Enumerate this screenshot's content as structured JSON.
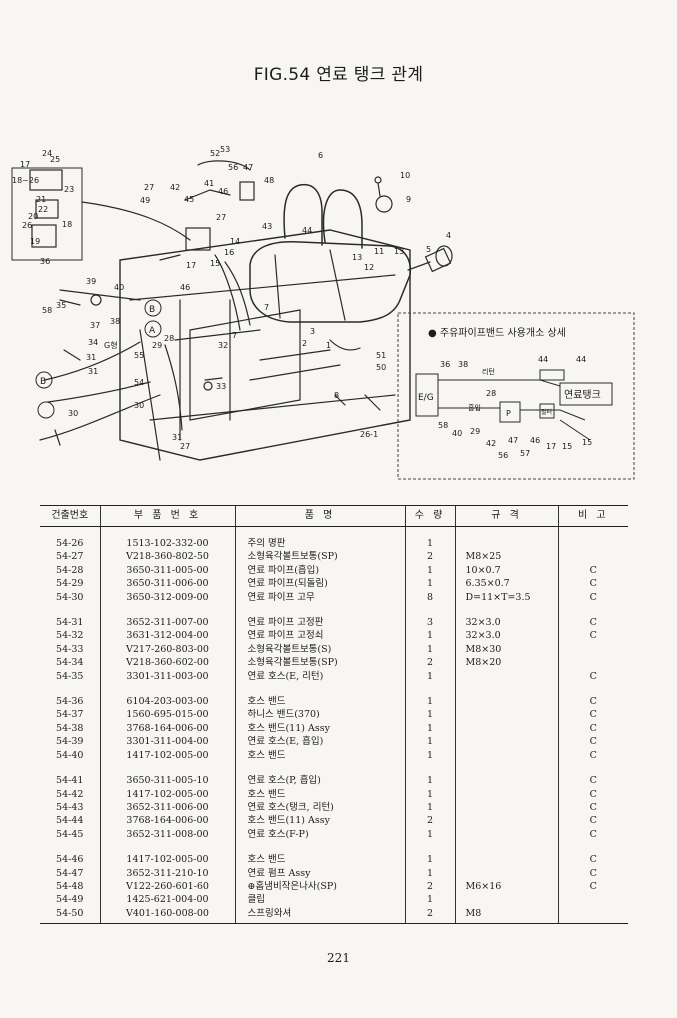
{
  "page": {
    "title": "FIG.54 연료 탱크 관계",
    "page_number": "221"
  },
  "figure": {
    "callouts": [
      "24",
      "25",
      "17",
      "18~26",
      "23",
      "21",
      "22",
      "20",
      "26",
      "18",
      "19",
      "27",
      "42",
      "49",
      "45",
      "52",
      "53",
      "56",
      "47",
      "41",
      "46",
      "48",
      "27",
      "6",
      "10",
      "9",
      "4",
      "5",
      "43",
      "44",
      "14",
      "15",
      "16",
      "17",
      "46",
      "11",
      "13",
      "12",
      "13",
      "36",
      "39",
      "40",
      "58",
      "35",
      "37",
      "38",
      "34",
      "3",
      "1",
      "2",
      "7",
      "7",
      "51",
      "50",
      "8",
      "26-1",
      "28",
      "29",
      "30",
      "55",
      "31",
      "32",
      "54",
      "33",
      "30",
      "31",
      "27",
      "31",
      "G형",
      "A",
      "B",
      "A",
      "B"
    ],
    "detail": {
      "title": "● 주유파이프밴드 사용개소 상세",
      "eg_label": "E/G",
      "tank_label": "연료탱크",
      "return_label": "리턴",
      "suction_label": "흡입",
      "p_label": "P",
      "filter_label": "필터",
      "callouts": [
        "36",
        "38",
        "44",
        "44",
        "28",
        "58",
        "40",
        "29",
        "42",
        "47",
        "46",
        "17",
        "15",
        "15",
        "56",
        "57"
      ]
    }
  },
  "table": {
    "headers": [
      "건출번호",
      "부 품 번 호",
      "품 명",
      "수 량",
      "규 격",
      "비 고"
    ],
    "rows": [
      {
        "no": "54-26",
        "part": "1513-102-332-00",
        "name": "주의 명판",
        "qty": "1",
        "spec": "",
        "remark": ""
      },
      {
        "no": "54-27",
        "part": "V218-360-802-50",
        "name": "소형육각볼트보통(SP)",
        "qty": "2",
        "spec": "M8×25",
        "remark": ""
      },
      {
        "no": "54-28",
        "part": "3650-311-005-00",
        "name": "연료 파이프(흡입)",
        "qty": "1",
        "spec": "10×0.7",
        "remark": "C"
      },
      {
        "no": "54-29",
        "part": "3650-311-006-00",
        "name": "연료 파이프(되돌림)",
        "qty": "1",
        "spec": "6.35×0.7",
        "remark": "C"
      },
      {
        "no": "54-30",
        "part": "3650-312-009-00",
        "name": "연료 파이프 고무",
        "qty": "8",
        "spec": "D=11×T=3.5",
        "remark": "C"
      },
      {
        "no": "54-31",
        "part": "3652-311-007-00",
        "name": "연료 파이프 고정판",
        "qty": "3",
        "spec": "32×3.0",
        "remark": "C"
      },
      {
        "no": "54-32",
        "part": "3631-312-004-00",
        "name": "연료 파이프 고정쇠",
        "qty": "1",
        "spec": "32×3.0",
        "remark": "C"
      },
      {
        "no": "54-33",
        "part": "V217-260-803-00",
        "name": "소형육각볼트보통(S)",
        "qty": "1",
        "spec": "M8×30",
        "remark": ""
      },
      {
        "no": "54-34",
        "part": "V218-360-602-00",
        "name": "소형육각볼트보통(SP)",
        "qty": "2",
        "spec": "M8×20",
        "remark": ""
      },
      {
        "no": "54-35",
        "part": "3301-311-003-00",
        "name": "연료 호스(E, 리턴)",
        "qty": "1",
        "spec": "",
        "remark": "C"
      },
      {
        "no": "54-36",
        "part": "6104-203-003-00",
        "name": "호스 밴드",
        "qty": "1",
        "spec": "",
        "remark": "C"
      },
      {
        "no": "54-37",
        "part": "1560-695-015-00",
        "name": "하니스 밴드(370)",
        "qty": "1",
        "spec": "",
        "remark": "C"
      },
      {
        "no": "54-38",
        "part": "3768-164-006-00",
        "name": "호스 밴드(11) Assy",
        "qty": "1",
        "spec": "",
        "remark": "C"
      },
      {
        "no": "54-39",
        "part": "3301-311-004-00",
        "name": "연료 호스(E, 흡입)",
        "qty": "1",
        "spec": "",
        "remark": "C"
      },
      {
        "no": "54-40",
        "part": "1417-102-005-00",
        "name": "호스 밴드",
        "qty": "1",
        "spec": "",
        "remark": "C"
      },
      {
        "no": "54-41",
        "part": "3650-311-005-10",
        "name": "연료 호스(P, 흡입)",
        "qty": "1",
        "spec": "",
        "remark": "C"
      },
      {
        "no": "54-42",
        "part": "1417-102-005-00",
        "name": "호스 밴드",
        "qty": "1",
        "spec": "",
        "remark": "C"
      },
      {
        "no": "54-43",
        "part": "3652-311-006-00",
        "name": "연료 호스(탱크, 리턴)",
        "qty": "1",
        "spec": "",
        "remark": "C"
      },
      {
        "no": "54-44",
        "part": "3768-164-006-00",
        "name": "호스 밴드(11) Assy",
        "qty": "2",
        "spec": "",
        "remark": "C"
      },
      {
        "no": "54-45",
        "part": "3652-311-008-00",
        "name": "연료 호스(F-P)",
        "qty": "1",
        "spec": "",
        "remark": "C"
      },
      {
        "no": "54-46",
        "part": "1417-102-005-00",
        "name": "호스 밴드",
        "qty": "1",
        "spec": "",
        "remark": "C"
      },
      {
        "no": "54-47",
        "part": "3652-311-210-10",
        "name": "연료 펌프 Assy",
        "qty": "1",
        "spec": "",
        "remark": "C"
      },
      {
        "no": "54-48",
        "part": "V122-260-601-60",
        "name": "⊕홈냄비작은나사(SP)",
        "qty": "2",
        "spec": "M6×16",
        "remark": "C"
      },
      {
        "no": "54-49",
        "part": "1425-621-004-00",
        "name": "클립",
        "qty": "1",
        "spec": "",
        "remark": ""
      },
      {
        "no": "54-50",
        "part": "V401-160-008-00",
        "name": "스프링와셔",
        "qty": "2",
        "spec": "M8",
        "remark": ""
      }
    ]
  }
}
